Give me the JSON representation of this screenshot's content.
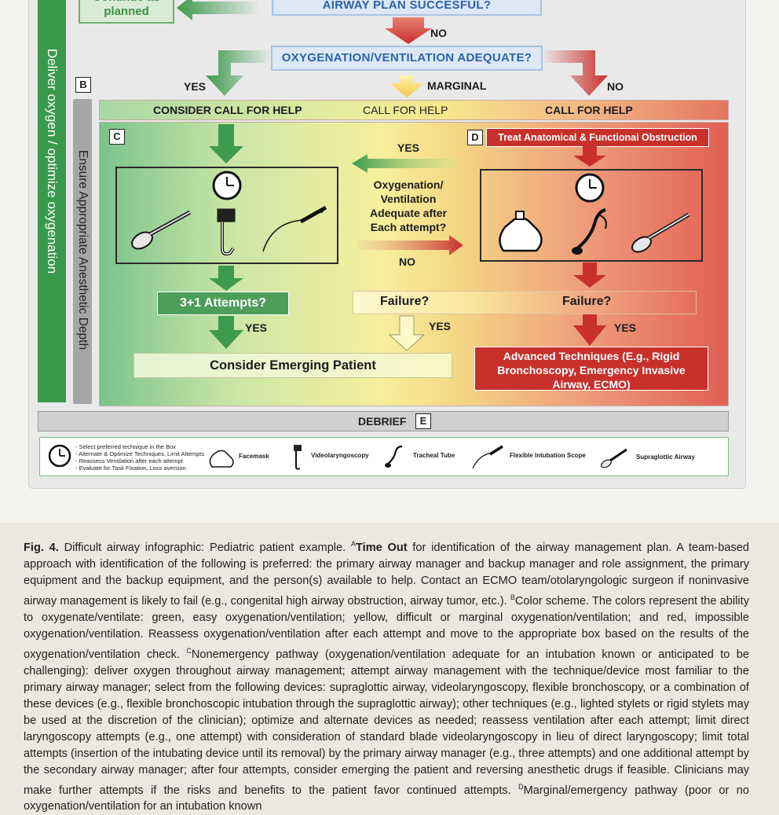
{
  "flow": {
    "continue_planned": "Continue as planned",
    "airway_plan": "AIRWAY PLAN SUCCESFUL?",
    "no_1": "NO",
    "oxygenation_q": "OXYGENATION/VENTILATION ADEQUATE?",
    "yes": "YES",
    "marginal": "MARGINAL",
    "no_2": "NO",
    "deliver_oxygen": "Deliver oxygen  / optimize oxygenation",
    "anesthetic_depth": "Ensure Appropriate Anesthetic Depth",
    "consider_call": "CONSIDER CALL FOR HELP",
    "call_help_mid": "CALL FOR HELP",
    "call_help_right": "CALL FOR HELP",
    "letter_b": "B",
    "letter_c": "C",
    "letter_d": "D",
    "letter_e": "E",
    "treat_obstruction": "Treat Anatomical & Functional Obstruction",
    "center_yes": "YES",
    "center_q": "Oxygenation/ Ventilation Adequate after Each attempt?",
    "center_no": "NO",
    "attempts": "3+1 Attempts?",
    "failure_mid": "Failure?",
    "failure_right": "Failure?",
    "yes_left": "YES",
    "yes_mid": "YES",
    "yes_right": "YES",
    "emerging": "Consider Emerging Patient",
    "advanced": "Advanced Techniques (E.g., Rigid Bronchoscopy, Emergency Invasive Airway, ECMO)",
    "debrief": "DEBRIEF"
  },
  "legend": {
    "clock_lines": [
      "- Select preferred technique in the Box",
      "- Alternate & Optimize Techniques, Limit Attempts",
      "- Reassess Ventilation after each attempt",
      "- Evaluate for Task Fixation, Loss aversion"
    ],
    "facemask": "Facemask",
    "videolaryngoscopy": "Videolaryngoscopy",
    "tracheal_tube": "Tracheal Tube",
    "flexible_scope": "Flexible Intubation Scope",
    "supraglottic": "Supraglottic Airway"
  },
  "caption": {
    "fig_label": "Fig. 4.",
    "intro": "Difficult airway infographic: Pediatric patient example.",
    "sup_a": "A",
    "time_out": "Time Out",
    "para_a": "for identification of the airway management plan. A team-based approach with identification of the following is preferred: the primary airway manager and backup manager and role assignment, the primary equipment and the backup equipment, and the person(s) available to help. Contact an ECMO team/otolaryngologic surgeon if noninvasive airway management is likely to fail (e.g., congenital high airway obstruction, airway tumor, etc.).",
    "sup_b": "B",
    "para_b": "Color scheme. The colors represent the ability to oxygenate/ventilate: green, easy oxygenation/ventilation; yellow, difficult or marginal oxygenation/ventilation; and red, impossible oxygenation/ventilation. Reassess oxygenation/ventilation after each attempt and move to the appropriate box based on the results of the oxygenation/ventilation check.",
    "sup_c": "C",
    "para_c": "Nonemergency pathway (oxygenation/ventilation adequate for an intubation known or anticipated to be challenging): deliver oxygen throughout airway management; attempt airway management with the technique/device most familiar to the primary airway manager; select from the following devices: supraglottic airway, videolaryngoscopy, flexible bronchoscopy, or a combination of these devices (e.g., flexible bronchoscopic intubation through the supraglottic airway); other techniques (e.g., lighted stylets or rigid stylets may be used at the discretion of the clinician); optimize and alternate devices as needed; reassess ventilation after each attempt; limit direct laryngoscopy attempts (e.g., one attempt) with consideration of standard blade videolaryngoscopy in lieu of direct laryngoscopy; limit total attempts (insertion of the intubating device until its removal) by the primary airway manager (e.g., three attempts) and one additional attempt by the secondary airway manager; after four attempts, consider emerging the patient and reversing anesthetic drugs if feasible. Clinicians may make further attempts if the risks and benefits to the patient favor continued attempts.",
    "sup_d": "D",
    "para_d": "Marginal/emergency pathway (poor or no oxygenation/ventilation for an intubation known"
  },
  "colors": {
    "green": "#3e9a4e",
    "yellow": "#f6e66a",
    "red": "#c8302c",
    "blue_text": "#2d62a8"
  }
}
